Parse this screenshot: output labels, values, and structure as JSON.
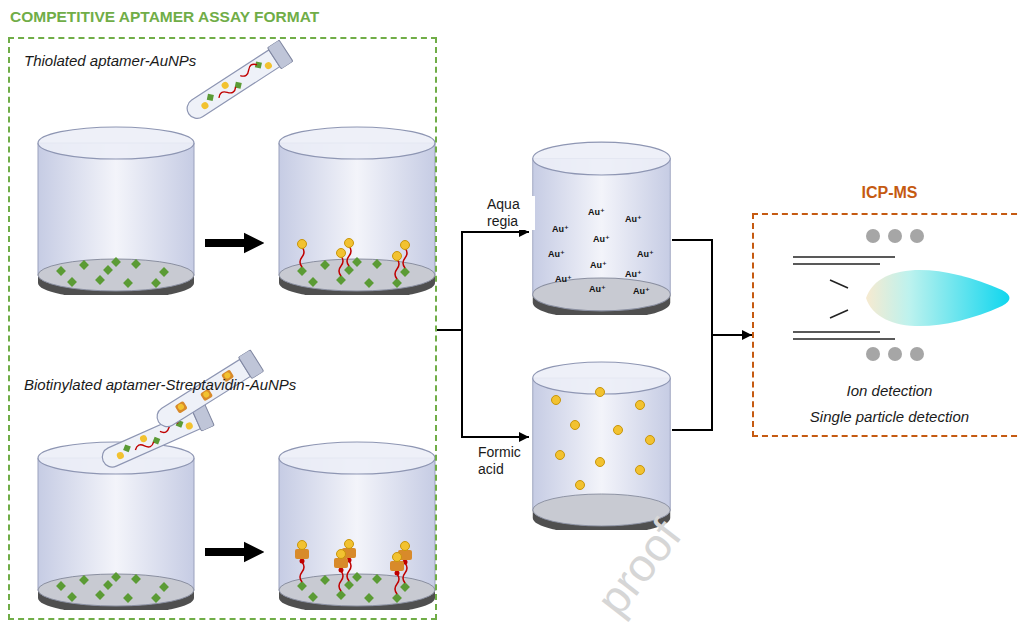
{
  "diagram": {
    "title": "COMPETITIVE APTAMER ASSAY FORMAT",
    "nodes": [
      {
        "text": [
          "COMPETITIVE APTAMER ASSAY FORMAT"
        ]
      },
      {
        "text": [
          "Au⁺",
          "Au⁺",
          "Au⁺",
          "Au⁺",
          "Au⁺",
          "Au⁺",
          "Au⁺",
          "Au⁺",
          "Au⁺",
          "Au⁺",
          "Au⁺"
        ]
      },
      {
        "text": [
          "ICP-MS",
          "Ion detection",
          "Single particle detection"
        ]
      }
    ],
    "edges": [
      {
        "from": 0,
        "to": 1,
        "label": "Aqua regia",
        "arrow": "to"
      },
      {
        "from": 1,
        "to": 2,
        "arrow": "to"
      }
    ],
    "labels": [
      "Thiolated aptamer-AuNPs",
      "Biotinylated aptamer-Streptavidin-AuNPs",
      "Formic acid",
      "proof"
    ]
  }
}
